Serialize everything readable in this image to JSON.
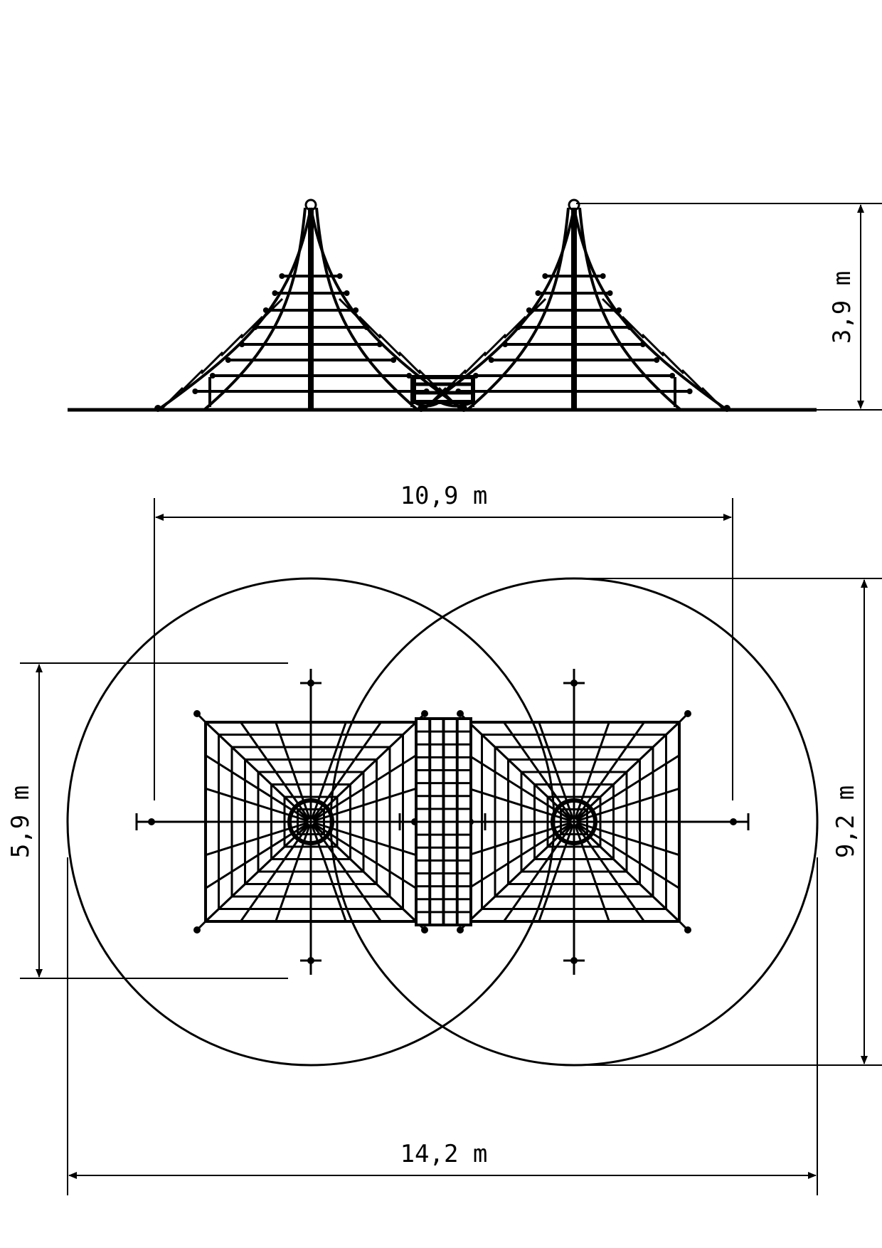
{
  "drawing": {
    "ink_color": "#000000",
    "background": "#ffffff",
    "side_view": {
      "height_label": "3,9 m"
    },
    "plan_view": {
      "frame_width_label": "10,9 m",
      "overall_width_label": "14,2 m",
      "frame_depth_label": "5,9 m",
      "overall_depth_label": "9,2 m"
    }
  }
}
